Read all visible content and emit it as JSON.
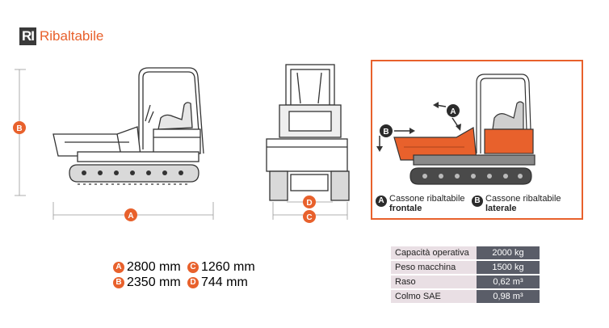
{
  "header": {
    "code": "RI",
    "title": "Ribaltabile"
  },
  "dimension_labels": {
    "a": "A",
    "b": "B",
    "c": "C",
    "d": "D"
  },
  "legend": [
    {
      "badge": "A",
      "line1": "Cassone ribaltabile",
      "line2": "frontale"
    },
    {
      "badge": "B",
      "line1": "Cassone ribaltabile",
      "line2": "laterale"
    }
  ],
  "dimensions": [
    {
      "badge": "A",
      "value": "2800 mm"
    },
    {
      "badge": "C",
      "value": "1260 mm"
    },
    {
      "badge": "B",
      "value": "2350 mm"
    },
    {
      "badge": "D",
      "value": "744 mm"
    }
  ],
  "specs": [
    {
      "label": "Capacità operativa",
      "value": "2000 kg"
    },
    {
      "label": "Peso macchina",
      "value": "1500 kg"
    },
    {
      "label": "Raso",
      "value": "0,62 m³"
    },
    {
      "label": "Colmo SAE",
      "value": "0,98 m³"
    }
  ],
  "colors": {
    "accent": "#e8612c",
    "dark": "#3a3a3a",
    "spec_key_bg": "#e9dfe4",
    "spec_value_bg": "#5a5d68"
  }
}
